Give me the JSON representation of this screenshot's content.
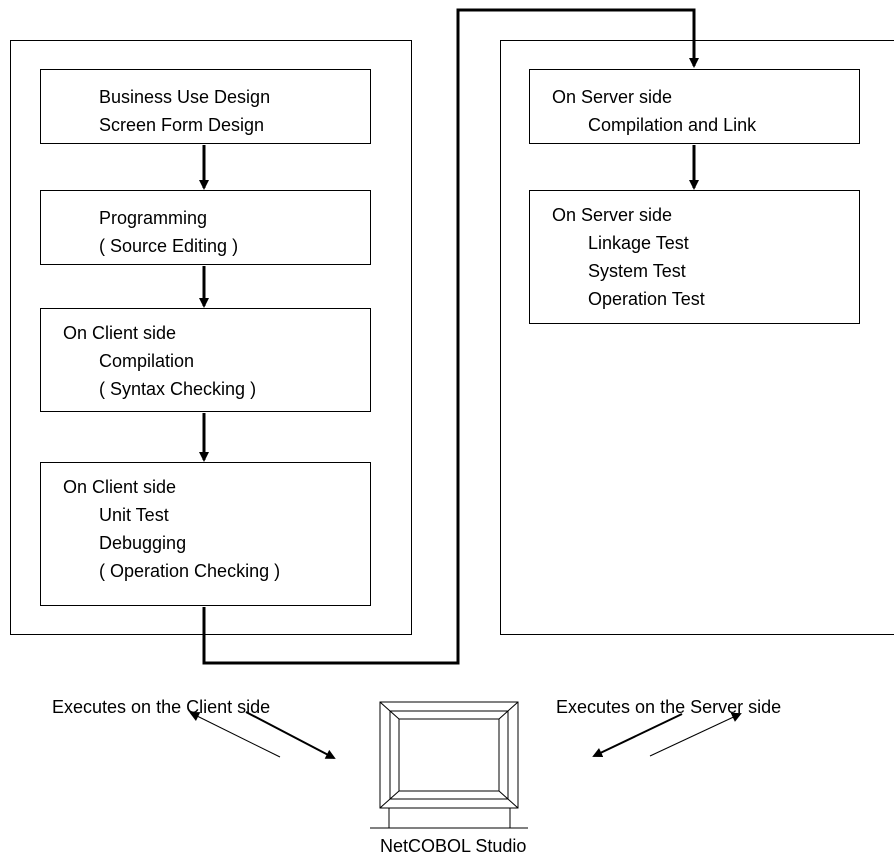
{
  "client_steps": [
    {
      "lines": [
        "Business Use Design",
        "Screen Form Design"
      ]
    },
    {
      "lines": [
        "Programming",
        "( Source Editing )"
      ]
    },
    {
      "lines": [
        "On Client side",
        "Compilation",
        "( Syntax Checking )"
      ]
    },
    {
      "lines": [
        "On Client side",
        "Unit Test",
        "Debugging",
        "( Operation Checking )"
      ]
    }
  ],
  "server_steps": [
    {
      "lines": [
        "On Server side",
        "Compilation and Link"
      ]
    },
    {
      "lines": [
        "On Server side",
        "Linkage Test",
        "System Test",
        "Operation Test"
      ]
    }
  ],
  "captions": {
    "client": "Executes on the Client side",
    "server": "Executes on the Server side",
    "studio": "NetCOBOL Studio"
  }
}
